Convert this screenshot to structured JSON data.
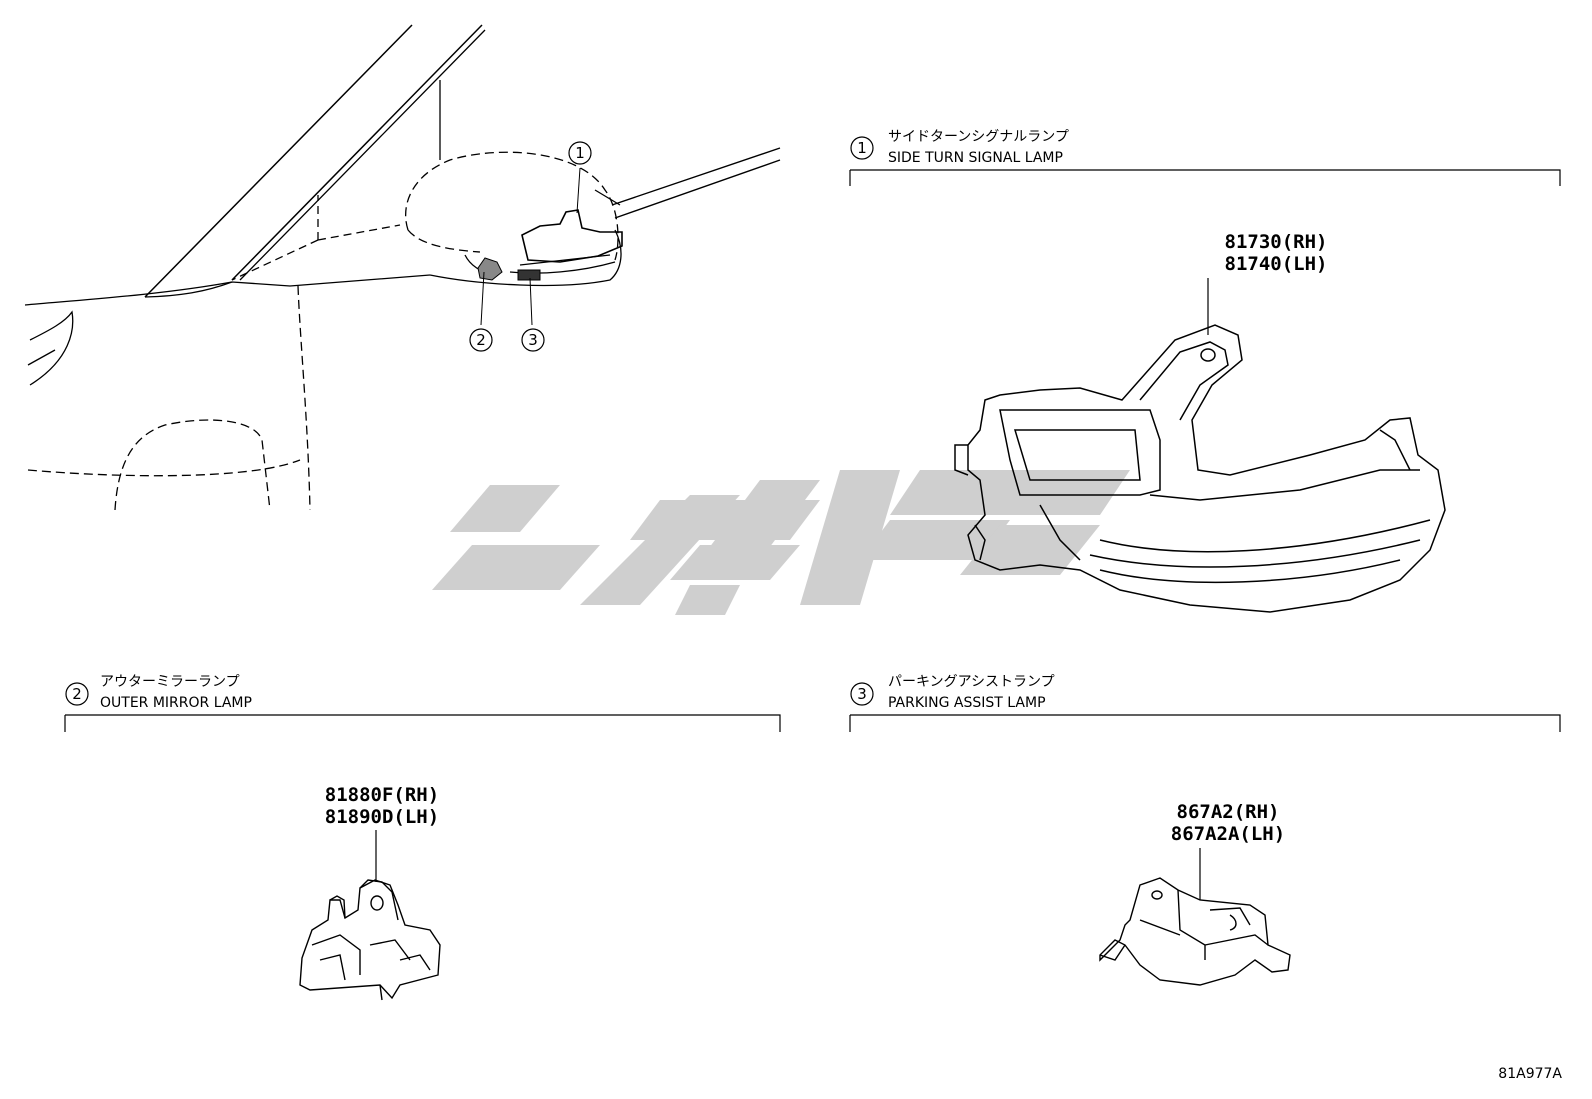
{
  "sections": [
    {
      "num": "1",
      "jp": "サイドターンシグナルランプ",
      "en": "SIDE TURN SIGNAL LAMP",
      "parts": [
        "81730(RH)",
        "81740(LH)"
      ]
    },
    {
      "num": "2",
      "jp": "アウターミラーランプ",
      "en": "OUTER MIRROR LAMP",
      "parts": [
        "81880F(RH)",
        "81890D(LH)"
      ]
    },
    {
      "num": "3",
      "jp": "パーキングアシストランプ",
      "en": "PARKING ASSIST LAMP",
      "parts": [
        "867A2(RH)",
        "867A2A(LH)"
      ]
    }
  ],
  "overview_callouts": [
    "1",
    "2",
    "3"
  ],
  "diagram_code": "81A977A",
  "watermark_color": "#cfcfcf"
}
